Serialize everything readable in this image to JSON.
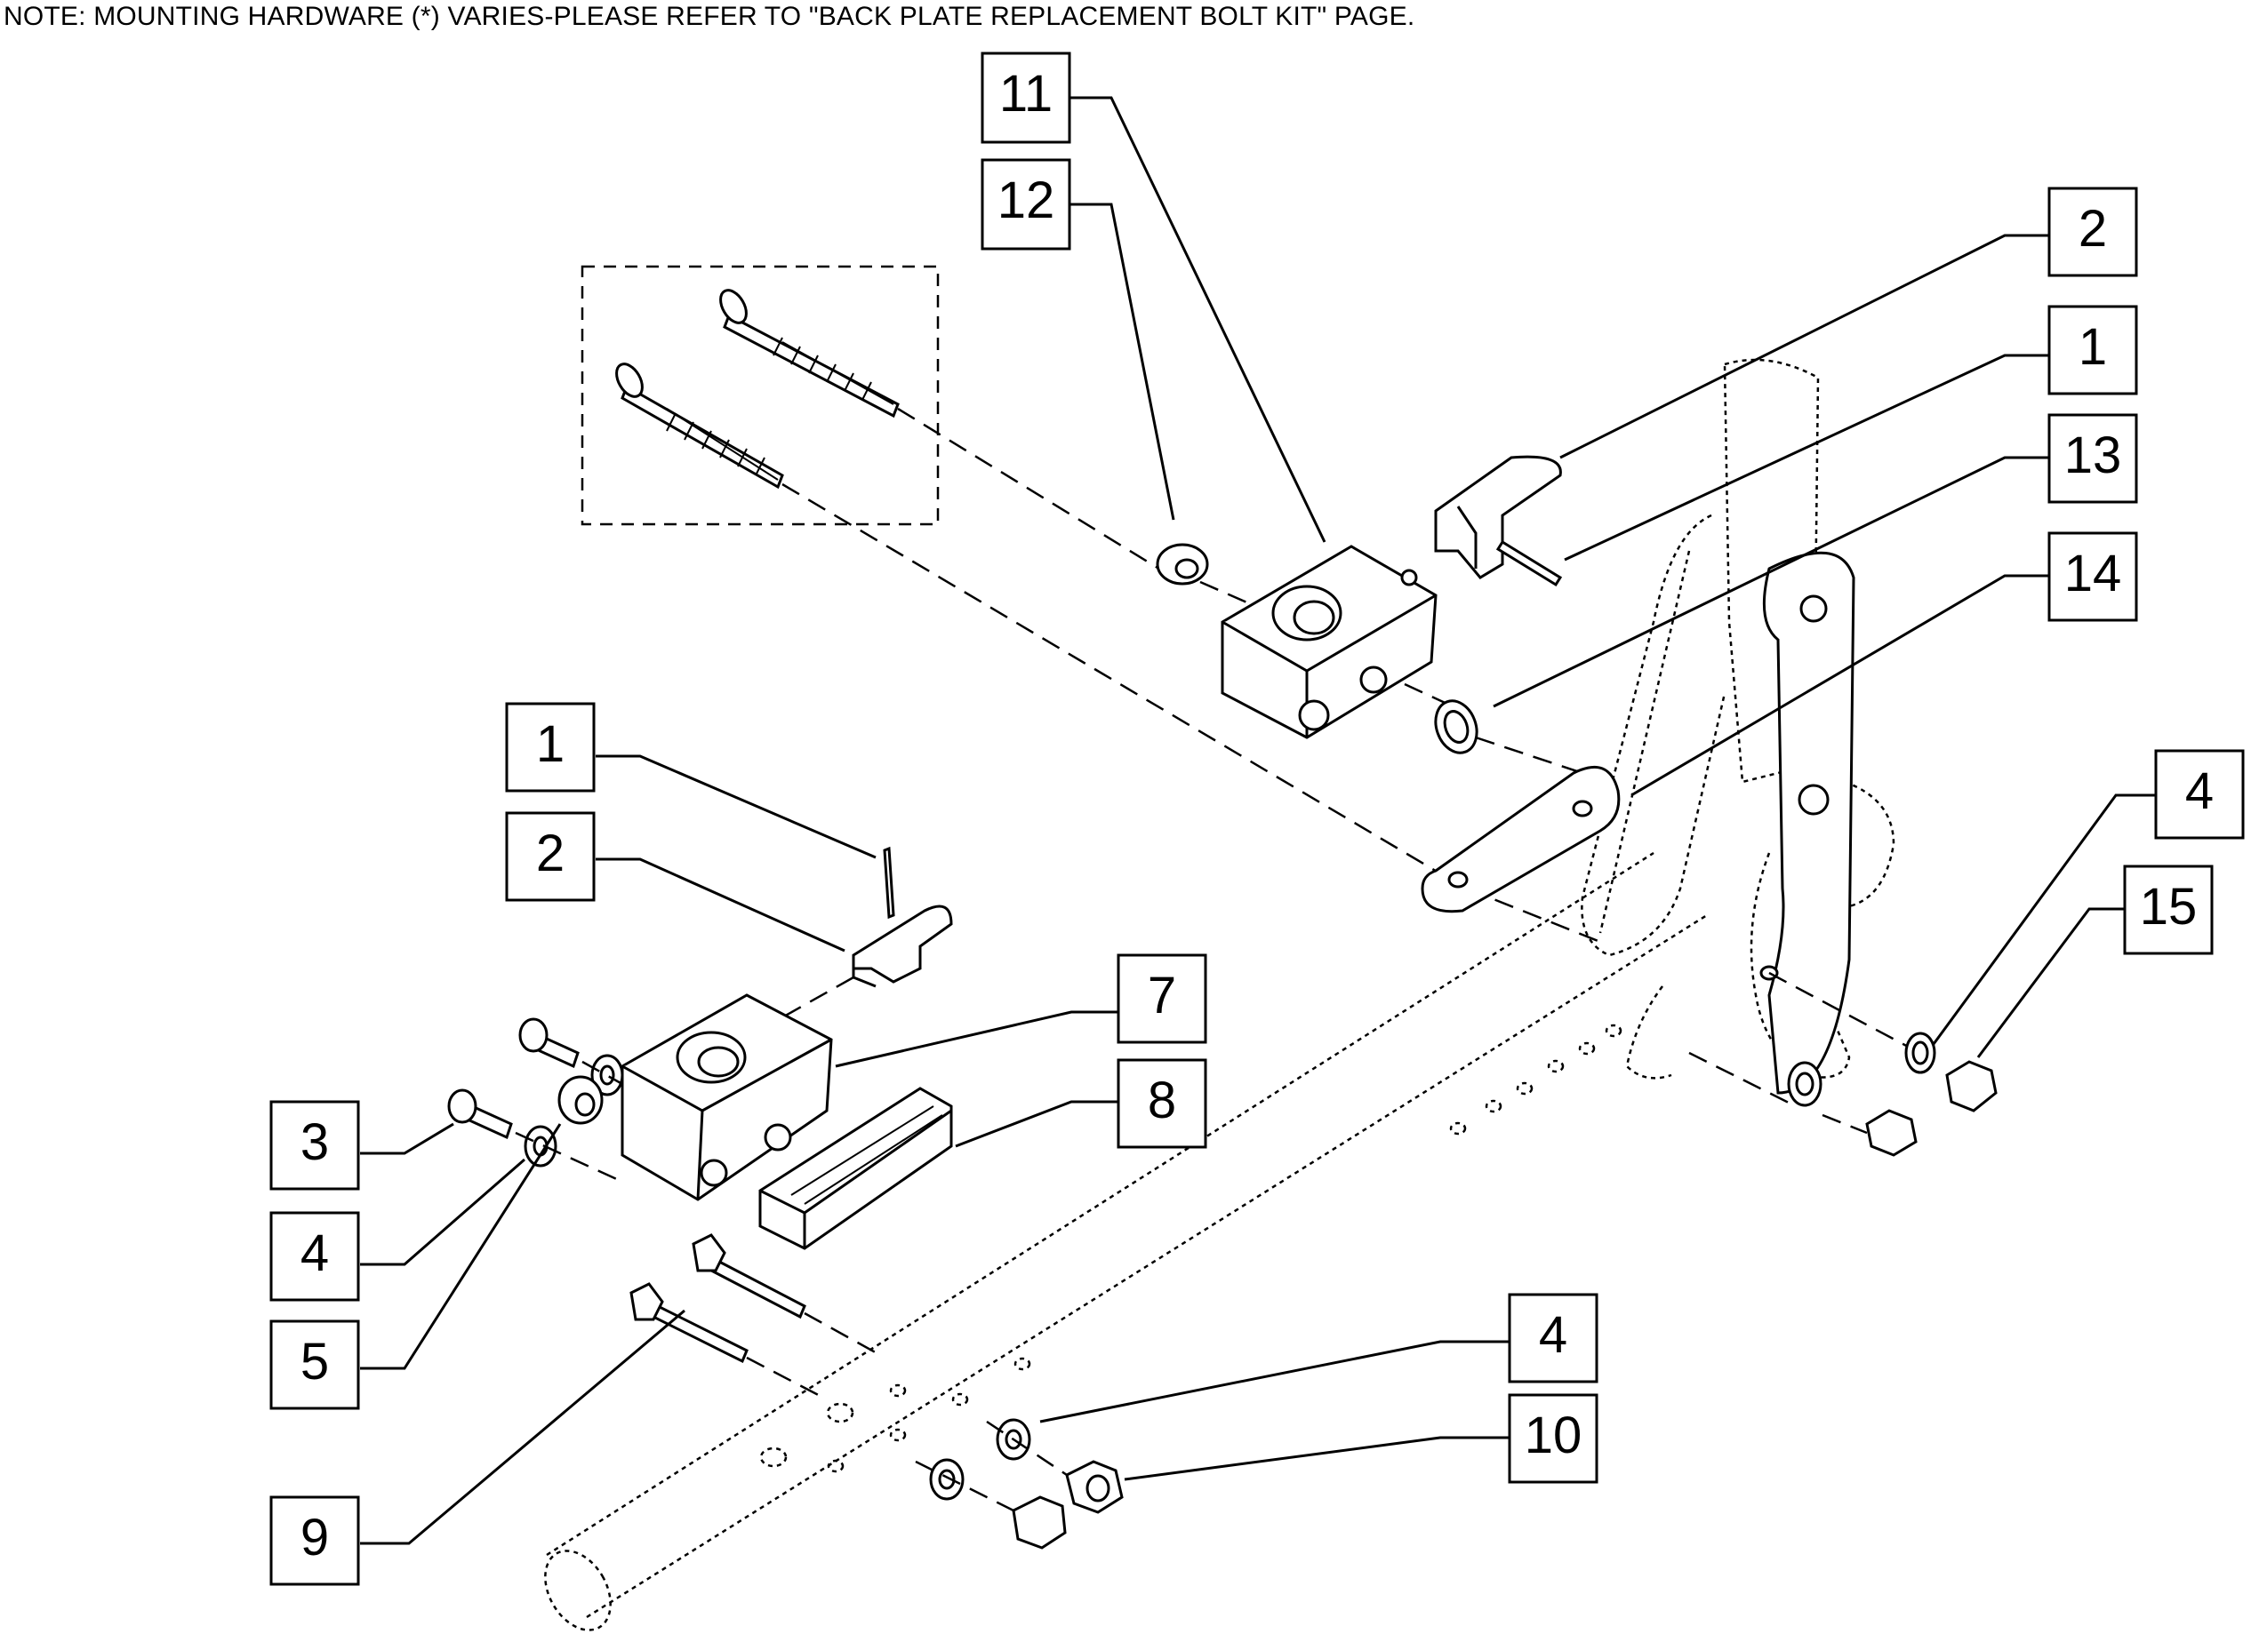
{
  "note": "NOTE: MOUNTING HARDWARE (*) VARIES-PLEASE REFER TO \"BACK PLATE REPLACEMENT BOLT KIT\" PAGE.",
  "callouts": [
    {
      "label": "11"
    },
    {
      "label": "12"
    },
    {
      "label": "2"
    },
    {
      "label": "1"
    },
    {
      "label": "13"
    },
    {
      "label": "14"
    },
    {
      "label": "1"
    },
    {
      "label": "2"
    },
    {
      "label": "7"
    },
    {
      "label": "8"
    },
    {
      "label": "3"
    },
    {
      "label": "4"
    },
    {
      "label": "5"
    },
    {
      "label": "4"
    },
    {
      "label": "15"
    },
    {
      "label": "4"
    },
    {
      "label": "10"
    },
    {
      "label": "9"
    }
  ]
}
